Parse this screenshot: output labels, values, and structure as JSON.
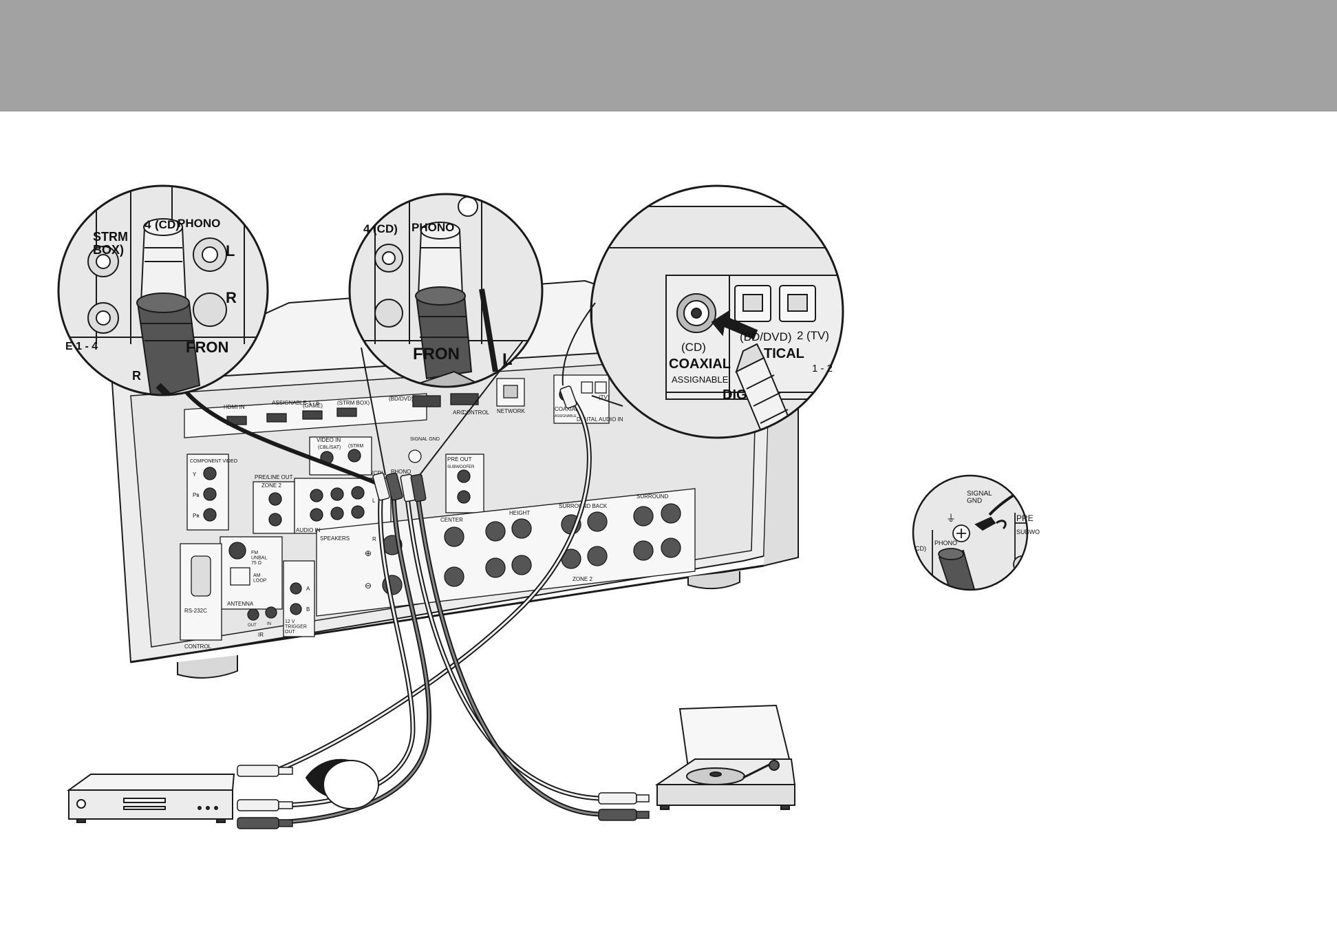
{
  "colors": {
    "header_bar": "#a3a2a2",
    "line": "#1a1a1a",
    "panel": "#e6e6e6",
    "jack_dark": "#3a3a3a",
    "plug_white": "#f2f2f2",
    "plug_grey": "#555555"
  },
  "zoom_left": {
    "strm_box": "STRM\nBOX)",
    "cd_input": "(CD)",
    "cd_num": "4",
    "phono": "PHONO",
    "l": "L",
    "r": "R",
    "assignable_range": "E 1 - 4",
    "fron": "FRON",
    "r_cable": "R"
  },
  "zoom_mid": {
    "cd_input": "(CD)",
    "cd_num": "4",
    "phono": "PHONO",
    "front": "FRON",
    "l": "L"
  },
  "zoom_right": {
    "cd": "(CD)",
    "coaxial": "COAXIAL",
    "assignable": "ASSIGNABLE",
    "bd_dvd": "(BD/DVD)",
    "tv": "(TV)",
    "tv_num": "2",
    "optical": "TICAL",
    "optical_range": "1 - 2",
    "digital": "DIG"
  },
  "zoom_ground": {
    "signal_gnd": "SIGNAL\nGND",
    "cd": "CD)",
    "phono": "PHONO",
    "pre": "PRE",
    "subwoofer": "SUBWO"
  },
  "receiver": {
    "hdmi_in": "HDMI IN",
    "assignable_hdmi": "ASSIGNABLE 1 - 6",
    "game": "(GAME)",
    "strm_box": "(STRM BOX)",
    "bd_dvd": "(BD/DVD)",
    "arc": "ARC",
    "control": "CONTROL",
    "network": "NETWORK",
    "coaxial": "COAXIAL",
    "assignable": "ASSIGNABLE",
    "tv": "(TV)",
    "digital_audio_in": "DIGITAL AUDIO IN",
    "signal_gnd": "SIGNAL GND",
    "video_in": "VIDEO IN",
    "cbl_sat": "(CBL/SAT)",
    "strm": "(STRM",
    "component": "COMPONENT VIDEO",
    "y": "Y",
    "pb": "Pʙ",
    "pr": "Pʀ",
    "preline_out": "PRE/LINE OUT",
    "zone2": "ZONE 2",
    "audio_in": "AUDIO IN",
    "phono": "PHONO",
    "cd": "(CD)",
    "pre_out": "PRE OUT",
    "subwoofer": "SUBWOOFER",
    "center": "CENTER",
    "height": "HEIGHT",
    "surround_back": "SURROUND BACK",
    "surround": "SURROUND",
    "zone2_spk": "ZONE 2",
    "speakers": "SPEAKERS",
    "fm": "FM\nUNBAL\n75 Ω",
    "am": "AM\nLOOP",
    "antenna": "ANTENNA",
    "rs232c": "RS-232C",
    "control_sec": "CONTROL",
    "ir": "IR",
    "ir_out": "OUT",
    "ir_in": "IN",
    "trigger": "12 V\nTRIGGER\nOUT",
    "trig_a": "A",
    "trig_b": "B",
    "r": "R",
    "l": "L",
    "plus": "⊕",
    "minus": "⊖"
  }
}
